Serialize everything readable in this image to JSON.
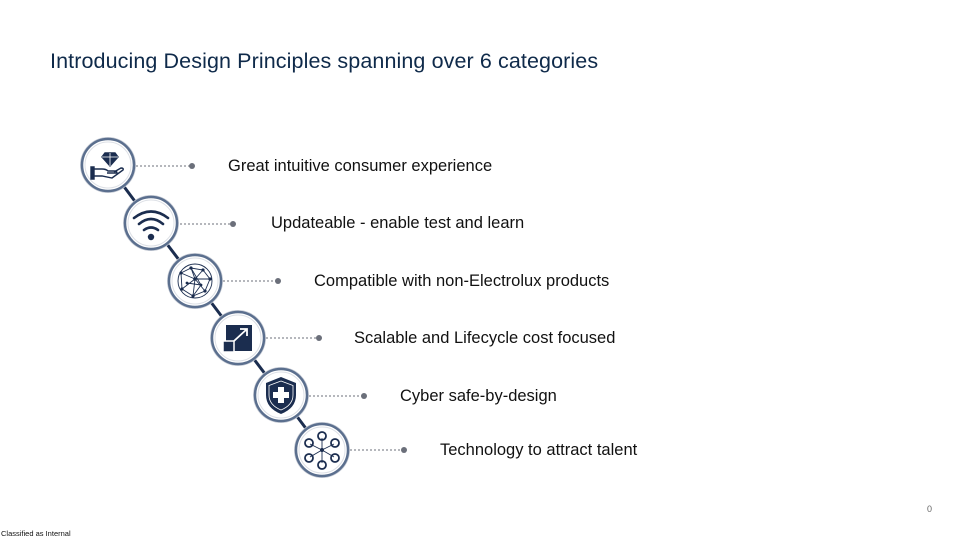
{
  "slide": {
    "title": "Introducing Design Principles spanning over 6 categories",
    "page_number": "0",
    "classification": "Classified as Internal"
  },
  "colors": {
    "title": "#0f2a4a",
    "icon_dark": "#1b2d4f",
    "ring_outer": "#5b6f8e",
    "ring_light": "#c7ccd6",
    "connector": "#6b6f7a"
  },
  "principles": [
    {
      "icon": "hand-diamond-icon",
      "label": "Great intuitive consumer experience"
    },
    {
      "icon": "wifi-icon",
      "label": "Updateable - enable test and learn"
    },
    {
      "icon": "network-globe-icon",
      "label": "Compatible with non-Electrolux products"
    },
    {
      "icon": "scale-arrow-icon",
      "label": "Scalable and Lifecycle cost focused"
    },
    {
      "icon": "shield-plus-icon",
      "label": "Cyber safe-by-design"
    },
    {
      "icon": "people-network-icon",
      "label": "Technology to attract talent"
    }
  ]
}
